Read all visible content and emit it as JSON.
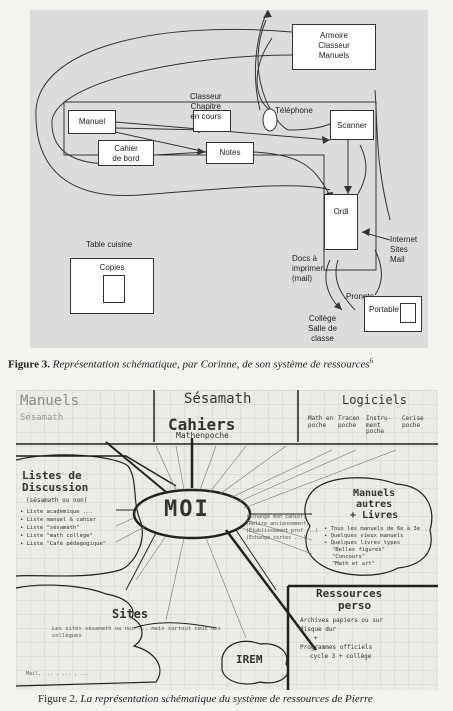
{
  "fig3": {
    "caption_number": "Figure 3.",
    "caption_text": "Représentation schématique, par Corinne, de son système de ressources",
    "caption_sup": "6",
    "armoire": [
      "Armoire",
      "Classeur",
      "Manuels"
    ],
    "classeur": [
      "Classeur",
      "Chapitre",
      "en cours"
    ],
    "telephone": "Téléphone",
    "manuel": "Manuel",
    "cahier": [
      "Cahier",
      "de bord"
    ],
    "notes": "Notes",
    "scanner": "Scanner",
    "ordi": "Ordi",
    "table_cuisine": "Table cuisine",
    "copies": "Copies",
    "docs": [
      "Docs à",
      "imprimer",
      "(mail)"
    ],
    "internet": [
      "Internet",
      "Sites",
      "Mail"
    ],
    "pronote": "Pronote",
    "portable": "Portable",
    "college": [
      "Collège",
      "Salle de",
      "classe"
    ]
  },
  "fig2": {
    "caption_number": "Figure 2.",
    "caption_text": "La représentation schématique du système de ressources de Pierre",
    "manuels": "Manuels",
    "sesamath_small": "Sésamath",
    "sesamath": "Sésamath",
    "cahiers": "Cahiers",
    "mathenpoche": "Mathenpoche",
    "logiciels": "Logiciels",
    "logiciel_items": [
      "Math en poche",
      "Tracen poche",
      "Instru-ment poche",
      "Cerise poche"
    ],
    "listes_title": [
      "Listes de",
      "Discussion"
    ],
    "listes_sub": "(sésamath ou non)",
    "listes_items": [
      "• Liste académique ...",
      "• Liste manuel & cahier",
      "• Liste \"sésamath\"",
      "• Liste \"math collège\"",
      "• Liste \"Café pédagogique\""
    ],
    "moi": "MOI",
    "manuels_livres": [
      "Manuels",
      "autres",
      "+ Livres"
    ],
    "manuels_livres_items": [
      "• Tous les manuels de 6e à 3e",
      "• Quelques vieux manuels",
      "• Quelques livres types",
      "\"Belles figures\"",
      "\"Concours\"",
      "\"Math et art\""
    ],
    "center_notes": [
      "(Échange mon cahier)",
      "(Relire anciennement)",
      "(Établissement prof ...)",
      "(Échange cartes ...)"
    ],
    "sites": "Sites",
    "sites_text": "Les sites sésamath ou non ... mais surtout ceux des collègues",
    "sites_small": "Mail, ... , ... , ...",
    "iren": "IREM",
    "ressources_title": [
      "Ressources",
      "perso"
    ],
    "ressources_items": [
      "Archives papiers ou sur",
      "disque dur",
      "+",
      "Programmes officiels",
      "cycle 3 + collège"
    ]
  }
}
